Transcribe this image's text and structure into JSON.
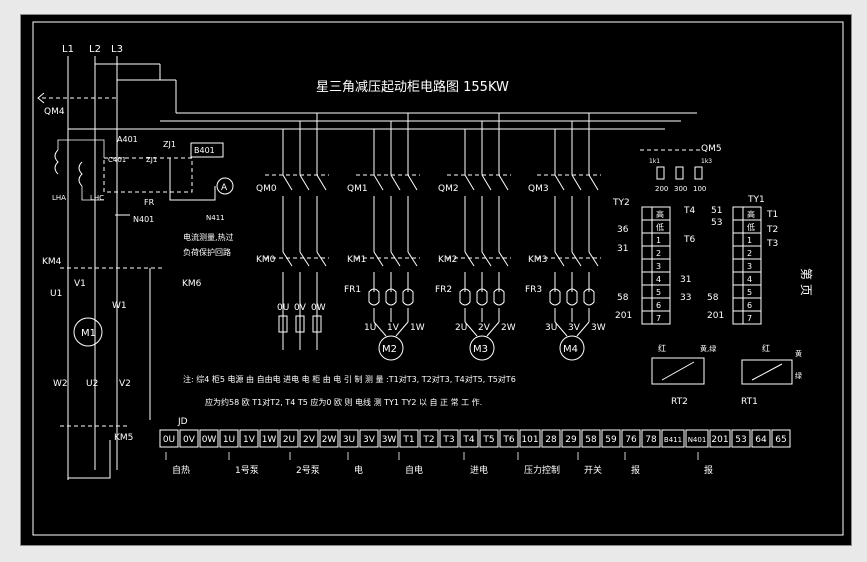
{
  "title": "星三角减压起动柜电路图  155KW",
  "phases": [
    "L1",
    "L2",
    "L3"
  ],
  "left_labels": {
    "qm4": "QM4",
    "a401": "A401",
    "zj1": "ZJ1",
    "b401": "B401",
    "c401": "C401",
    "zj1b": "ZJ1",
    "fr": "FR",
    "lha": "LHA",
    "lhc": "LHC",
    "n401": "N401",
    "n411": "N411",
    "ammeter": "A",
    "note1": "电流测量,热过",
    "note2": "负荷保护回路",
    "km4": "KM4",
    "km6": "KM6",
    "u1": "U1",
    "v1": "V1",
    "w1": "W1",
    "m1": "M1",
    "w2": "W2",
    "u2": "U2",
    "v2": "V2",
    "km5": "KM5"
  },
  "groups": [
    {
      "qm": "QM0",
      "km": "KM0",
      "fr": "",
      "terms": [
        "0U",
        "0V",
        "0W"
      ],
      "motor": ""
    },
    {
      "qm": "QM1",
      "km": "KM1",
      "fr": "FR1",
      "terms": [
        "1U",
        "1V",
        "1W"
      ],
      "motor": "M2"
    },
    {
      "qm": "QM2",
      "km": "KM2",
      "fr": "FR2",
      "terms": [
        "2U",
        "2V",
        "2W"
      ],
      "motor": "M3"
    },
    {
      "qm": "QM3",
      "km": "KM3",
      "fr": "FR3",
      "terms": [
        "3U",
        "3V",
        "3W"
      ],
      "motor": "M4"
    }
  ],
  "qm5": {
    "label": "QM5",
    "taps": [
      "1k1",
      "1k3"
    ],
    "values": [
      "200",
      "300",
      "100"
    ]
  },
  "ty2": {
    "label": "TY2",
    "rows": [
      "高",
      "低",
      "1",
      "2",
      "3",
      "4",
      "5",
      "6",
      "7"
    ],
    "left_nums": [
      "36",
      "31",
      "58",
      "201"
    ],
    "right_nums": [
      "T4",
      "T6",
      "31",
      "33"
    ],
    "red": "红",
    "yg": "黄,绿",
    "rt": "RT2"
  },
  "ty1": {
    "label": "TY1",
    "rows": [
      "高",
      "低",
      "1",
      "2",
      "3",
      "4",
      "5",
      "6",
      "7"
    ],
    "left_nums": [
      "51",
      "53",
      "58",
      "201"
    ],
    "right_nums": [
      "T1",
      "T2",
      "T3"
    ],
    "red": "红",
    "yg": "黄",
    "green": "绿",
    "rt": "RT1"
  },
  "side_text": "第 页",
  "notes": {
    "line1": "注:  综4 柜5 电源 由 自由电 进电 电 柜 由 电 引 制 测 量 :T1对T3, T2对T3, T4对T5, T5对T6",
    "line2": "应为约58 欧 T1对T2, T4 T5 应为0 欧 则 电线 测 TY1 TY2 以 自 正 常 工 作."
  },
  "terminal_strip": {
    "label": "JD",
    "cells": [
      "0U",
      "0V",
      "0W",
      "1U",
      "1V",
      "1W",
      "2U",
      "2V",
      "2W",
      "3U",
      "3V",
      "3W",
      "T1",
      "T2",
      "T3",
      "T4",
      "T5",
      "T6",
      "101",
      "28",
      "29",
      "58",
      "59",
      "76",
      "78",
      "B411",
      "N401",
      "201",
      "53",
      "64",
      "65"
    ]
  },
  "strip_captions": [
    "自热",
    "1号泵",
    "2号泵",
    "电",
    "自电",
    "进电",
    "压力控制",
    "开关",
    "报",
    "报"
  ],
  "colors": {
    "background": "#000000",
    "line": "#ffffff",
    "frame": "#8a8a8a"
  }
}
